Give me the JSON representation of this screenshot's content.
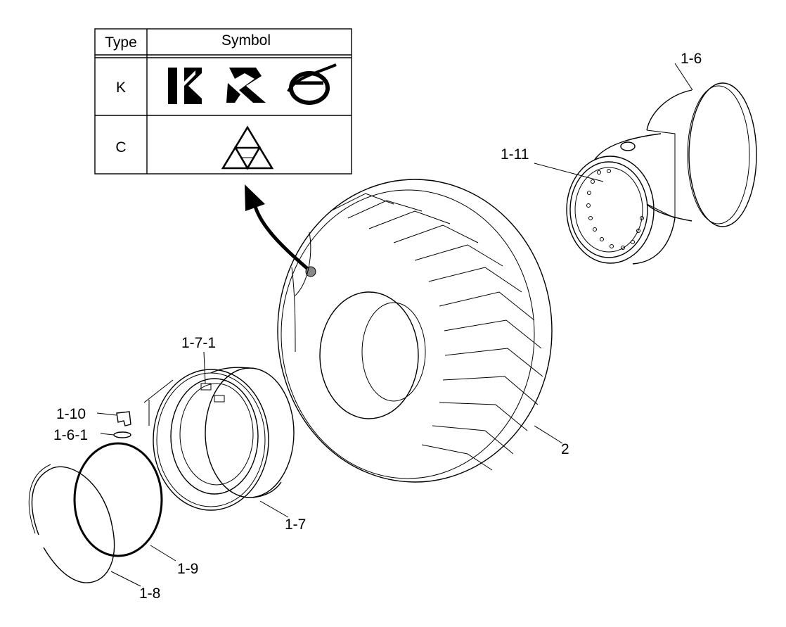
{
  "symbol_table": {
    "header_type": "Type",
    "header_symbol": "Symbol",
    "rows": [
      {
        "type": "K",
        "symbols": [
          "k-square-logo-icon",
          "zigzag-logo-icon",
          "globe-swoosh-logo-icon"
        ]
      },
      {
        "type": "C",
        "symbols": [
          "triforce-triangle-logo-icon"
        ]
      }
    ]
  },
  "callouts": {
    "rim_1_6": "1-6",
    "valve_1_11": "1-11",
    "tire_2": "2",
    "ring_1_7_1": "1-7-1",
    "lock_1_10": "1-10",
    "key_1_6_1": "1-6-1",
    "flange_1_7": "1-7",
    "oring_1_9": "1-9",
    "snapring_1_8": "1-8"
  }
}
